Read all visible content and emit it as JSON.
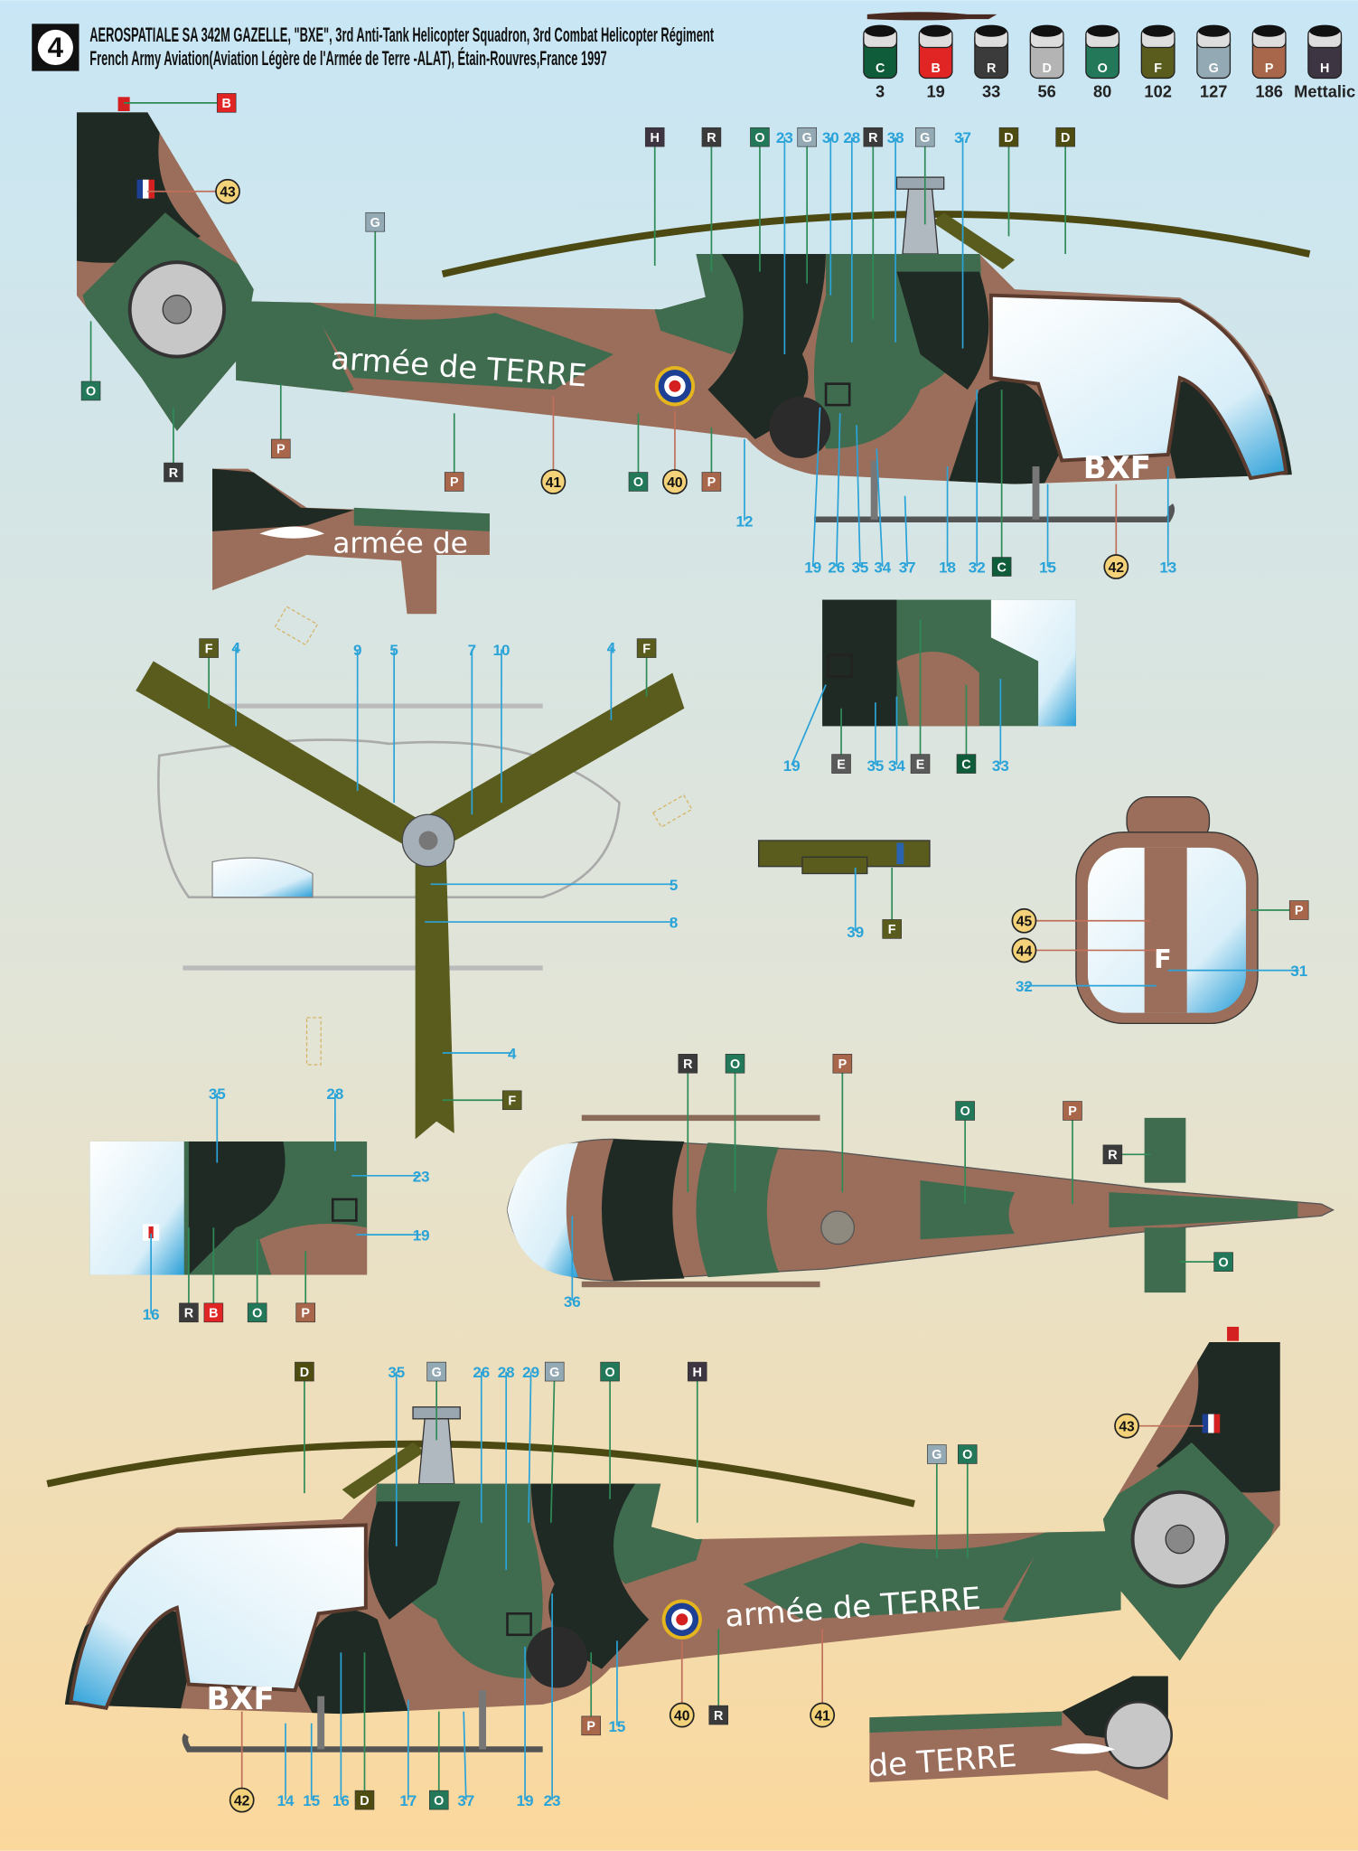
{
  "header": {
    "badge": "4",
    "title_line1": "AEROSPATIALE SA 342M GAZELLE, \"BXE\", 3rd  Anti-Tank Helicopter Squadron, 3rd Combat Helicopter Régiment",
    "title_line2": "French Army Aviation(Aviation Légère de l'Armée de Terre -ALAT), Étain-Rouvres,France 1997"
  },
  "paints": [
    {
      "code": "C",
      "number": "3",
      "color": "#0f5c3a"
    },
    {
      "code": "B",
      "number": "19",
      "color": "#e12424"
    },
    {
      "code": "R",
      "number": "33",
      "color": "#3b3b3b"
    },
    {
      "code": "D",
      "number": "56",
      "color": "#b4b4b4"
    },
    {
      "code": "O",
      "number": "80",
      "color": "#23785a"
    },
    {
      "code": "F",
      "number": "102",
      "color": "#5a5c1e"
    },
    {
      "code": "G",
      "number": "127",
      "color": "#93aab5"
    },
    {
      "code": "P",
      "number": "186",
      "color": "#a8674b"
    },
    {
      "code": "H",
      "number": "Mettalic",
      "color": "#3d3542"
    }
  ],
  "codes_extra": {
    "E": "#5a5a5a",
    "D_box": "#4f4c12"
  },
  "markings": {
    "armee": "armée de TERRE",
    "tail_detail_top": "armée de",
    "tail_detail_bottom": "de TERRE",
    "code_letters": "BXF",
    "front_code": "F"
  },
  "callouts": {
    "side_right": [
      {
        "t": "B",
        "k": "p"
      },
      {
        "t": "43",
        "k": "d"
      },
      {
        "t": "G",
        "k": "p"
      },
      {
        "t": "O",
        "k": "p"
      },
      {
        "t": "R",
        "k": "p"
      },
      {
        "t": "P",
        "k": "p"
      },
      {
        "t": "P",
        "k": "p"
      },
      {
        "t": "41",
        "k": "d"
      },
      {
        "t": "O",
        "k": "p"
      },
      {
        "t": "40",
        "k": "d"
      },
      {
        "t": "P",
        "k": "p"
      },
      {
        "t": "12",
        "k": "n"
      },
      {
        "t": "H",
        "k": "p"
      },
      {
        "t": "R",
        "k": "p"
      },
      {
        "t": "O",
        "k": "p"
      },
      {
        "t": "23",
        "k": "n"
      },
      {
        "t": "G",
        "k": "p"
      },
      {
        "t": "30",
        "k": "n"
      },
      {
        "t": "28",
        "k": "n"
      },
      {
        "t": "R",
        "k": "p"
      },
      {
        "t": "38",
        "k": "n"
      },
      {
        "t": "G",
        "k": "p"
      },
      {
        "t": "37",
        "k": "n"
      },
      {
        "t": "D",
        "k": "p"
      },
      {
        "t": "D",
        "k": "p"
      },
      {
        "t": "19",
        "k": "n"
      },
      {
        "t": "26",
        "k": "n"
      },
      {
        "t": "35",
        "k": "n"
      },
      {
        "t": "34",
        "k": "n"
      },
      {
        "t": "37",
        "k": "n"
      },
      {
        "t": "18",
        "k": "n"
      },
      {
        "t": "32",
        "k": "n"
      },
      {
        "t": "C",
        "k": "p"
      },
      {
        "t": "15",
        "k": "n"
      },
      {
        "t": "42",
        "k": "d"
      },
      {
        "t": "13",
        "k": "n"
      }
    ],
    "detail_mid": [
      {
        "t": "19",
        "k": "n"
      },
      {
        "t": "E",
        "k": "p"
      },
      {
        "t": "35",
        "k": "n"
      },
      {
        "t": "34",
        "k": "n"
      },
      {
        "t": "E",
        "k": "p"
      },
      {
        "t": "C",
        "k": "p"
      },
      {
        "t": "33",
        "k": "n"
      }
    ],
    "rotor": [
      {
        "t": "F",
        "k": "p"
      },
      {
        "t": "4",
        "k": "n"
      },
      {
        "t": "9",
        "k": "n"
      },
      {
        "t": "5",
        "k": "n"
      },
      {
        "t": "7",
        "k": "n"
      },
      {
        "t": "10",
        "k": "n"
      },
      {
        "t": "4",
        "k": "n"
      },
      {
        "t": "F",
        "k": "p"
      },
      {
        "t": "5",
        "k": "n"
      },
      {
        "t": "8",
        "k": "n"
      },
      {
        "t": "4",
        "k": "n"
      },
      {
        "t": "F",
        "k": "p"
      }
    ],
    "part39": [
      {
        "t": "39",
        "k": "n"
      },
      {
        "t": "F",
        "k": "p"
      }
    ],
    "front": [
      {
        "t": "45",
        "k": "d"
      },
      {
        "t": "44",
        "k": "d"
      },
      {
        "t": "32",
        "k": "n"
      },
      {
        "t": "P",
        "k": "p"
      },
      {
        "t": "31",
        "k": "n"
      }
    ],
    "detail_bl": [
      {
        "t": "35",
        "k": "n"
      },
      {
        "t": "28",
        "k": "n"
      },
      {
        "t": "23",
        "k": "n"
      },
      {
        "t": "19",
        "k": "n"
      },
      {
        "t": "16",
        "k": "n"
      },
      {
        "t": "R",
        "k": "p"
      },
      {
        "t": "B",
        "k": "p"
      },
      {
        "t": "O",
        "k": "p"
      },
      {
        "t": "P",
        "k": "p"
      }
    ],
    "topdown": [
      {
        "t": "R",
        "k": "p"
      },
      {
        "t": "O",
        "k": "p"
      },
      {
        "t": "P",
        "k": "p"
      },
      {
        "t": "O",
        "k": "p"
      },
      {
        "t": "P",
        "k": "p"
      },
      {
        "t": "R",
        "k": "p"
      },
      {
        "t": "O",
        "k": "p"
      },
      {
        "t": "36",
        "k": "n"
      }
    ],
    "side_left": [
      {
        "t": "D",
        "k": "p"
      },
      {
        "t": "35",
        "k": "n"
      },
      {
        "t": "G",
        "k": "p"
      },
      {
        "t": "26",
        "k": "n"
      },
      {
        "t": "28",
        "k": "n"
      },
      {
        "t": "29",
        "k": "n"
      },
      {
        "t": "G",
        "k": "p"
      },
      {
        "t": "O",
        "k": "p"
      },
      {
        "t": "H",
        "k": "p"
      },
      {
        "t": "G",
        "k": "p"
      },
      {
        "t": "O",
        "k": "p"
      },
      {
        "t": "43",
        "k": "d"
      },
      {
        "t": "P",
        "k": "p"
      },
      {
        "t": "15",
        "k": "n"
      },
      {
        "t": "40",
        "k": "d"
      },
      {
        "t": "R",
        "k": "p"
      },
      {
        "t": "41",
        "k": "d"
      },
      {
        "t": "42",
        "k": "d"
      },
      {
        "t": "14",
        "k": "n"
      },
      {
        "t": "15",
        "k": "n"
      },
      {
        "t": "16",
        "k": "n"
      },
      {
        "t": "D",
        "k": "p"
      },
      {
        "t": "17",
        "k": "n"
      },
      {
        "t": "O",
        "k": "p"
      },
      {
        "t": "37",
        "k": "n"
      },
      {
        "t": "19",
        "k": "n"
      },
      {
        "t": "23",
        "k": "n"
      }
    ]
  }
}
